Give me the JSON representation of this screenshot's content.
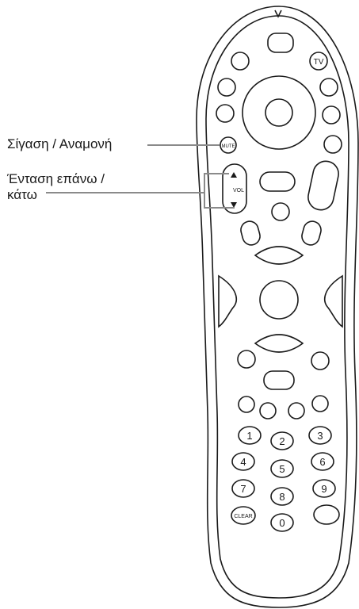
{
  "callouts": {
    "mute": "Σίγαση / Αναμονή",
    "volume_line1": "Ένταση επάνω /",
    "volume_line2": "κάτω"
  },
  "remote": {
    "tv_label": "TV",
    "mute_label": "MUTE",
    "vol_label": "VOL",
    "clear_label": "CLEAR",
    "digits": [
      "1",
      "2",
      "3",
      "4",
      "5",
      "6",
      "7",
      "8",
      "9",
      "0"
    ]
  }
}
